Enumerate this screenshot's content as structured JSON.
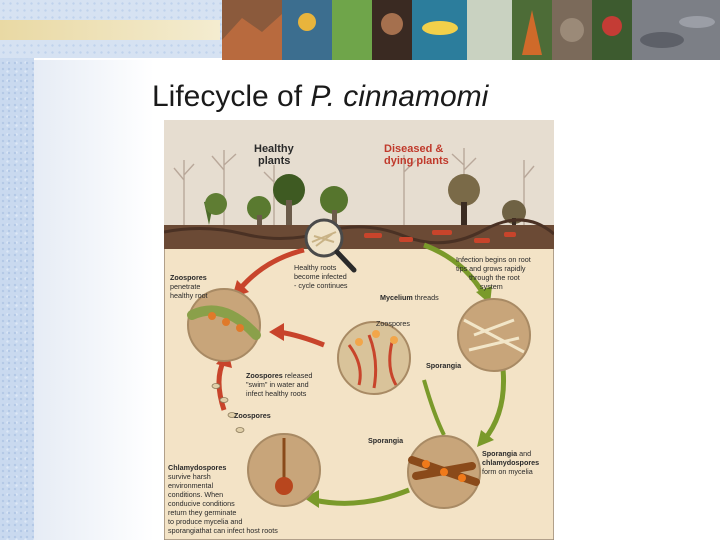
{
  "slide": {
    "title_prefix": "Lifecycle of ",
    "title_species": "P. cinnamomi"
  },
  "diagram": {
    "header_left": [
      "Healthy",
      "plants"
    ],
    "header_right": [
      "Diseased &",
      "dying plants"
    ],
    "labels": {
      "healthy_roots": [
        "Healthy roots",
        "become infected",
        "- cycle continues"
      ],
      "infection": [
        "Infection begins on root",
        "tips and grows rapidly",
        "through the root",
        "system"
      ],
      "zoospores_penetrate": [
        "Zoospores",
        "penetrate",
        "healthy root"
      ],
      "mycelium_bold": "Mycelium",
      "mycelium_rest": " threads",
      "zoospores_center": "Zoospores",
      "sporangia_center": "Sporangia",
      "zoospores_released_bold": "Zoospores",
      "zoospores_released_rest": " released",
      "zoospores_released_more": [
        "\"swim\" in water and",
        "infect healthy roots"
      ],
      "zoospores_left": "Zoospores",
      "sporangia_bottom": "Sporangia",
      "sporangia_chlamy_1_bold": "Sporangia",
      "sporangia_chlamy_1_rest": " and",
      "sporangia_chlamy_2": "chlamydospores",
      "sporangia_chlamy_3": "form on mycelia",
      "chlamydospores_bold": "Chlamydospores",
      "chlamydospores_rest": [
        "survive harsh",
        "environmental",
        "conditions. When",
        "conducive conditions",
        "return they germinate",
        "to produce mycelia and",
        "sporangiathat can infect host roots"
      ]
    }
  },
  "colors": {
    "header_healthy": "#2a2a2a",
    "header_diseased": "#c0392b",
    "arrow_red": "#c8442b",
    "arrow_green": "#7a9a2a",
    "diagram_bg": "#f3e3c6",
    "soil": "#6b4a35"
  }
}
